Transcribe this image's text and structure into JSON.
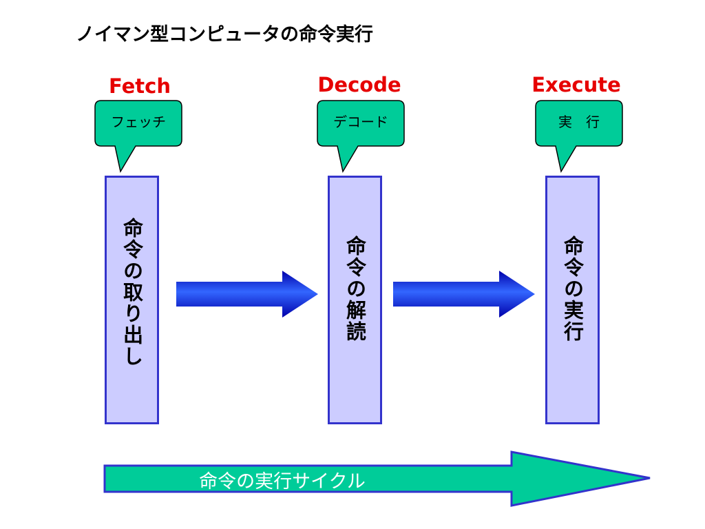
{
  "title": "ノイマン型コンピュータの命令実行",
  "colors": {
    "stage_label": "#e60000",
    "callout_fill": "#00cc99",
    "box_fill": "#ccccff",
    "box_border": "#3333cc",
    "arrow_light": "#3366ff",
    "arrow_dark": "#0000aa",
    "cycle_fill": "#00cc99",
    "cycle_border": "#3333cc"
  },
  "stages": [
    {
      "label": "Fetch",
      "callout": "フェッチ",
      "box_text": "命令の取り出し"
    },
    {
      "label": "Decode",
      "callout": "デコード",
      "box_text": "命令の解読"
    },
    {
      "label": "Execute",
      "callout": "実　行",
      "box_text": "命令の実行"
    }
  ],
  "cycle_label": "命令の実行サイクル"
}
